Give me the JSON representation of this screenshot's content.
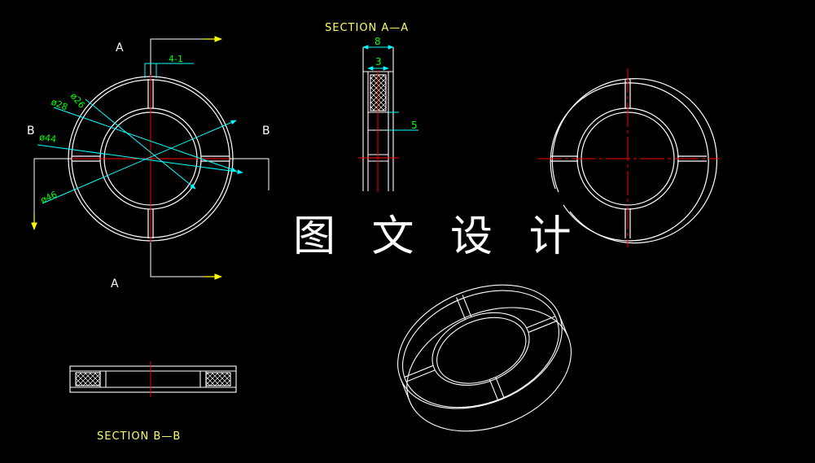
{
  "colors": {
    "background": "#000000",
    "outline": "#ffffff",
    "centerline": "#ff0000",
    "dimension": "#00ffff",
    "dim_text": "#00ff00",
    "annotation": "#ffff66",
    "watermark": "#ffffff"
  },
  "labels": {
    "section_aa_title": "SECTION A—A",
    "section_bb_title": "SECTION B—B",
    "cut_a_top": "A",
    "cut_a_bottom": "A",
    "cut_b_left": "B",
    "cut_b_right": "B"
  },
  "dimensions": {
    "d26": "ø26",
    "d28": "ø28",
    "d44": "ø44",
    "d46": "ø46",
    "slot": "4-1",
    "width8": "8",
    "width3": "3",
    "depth5": "5"
  },
  "watermark": "图 文 设 计"
}
